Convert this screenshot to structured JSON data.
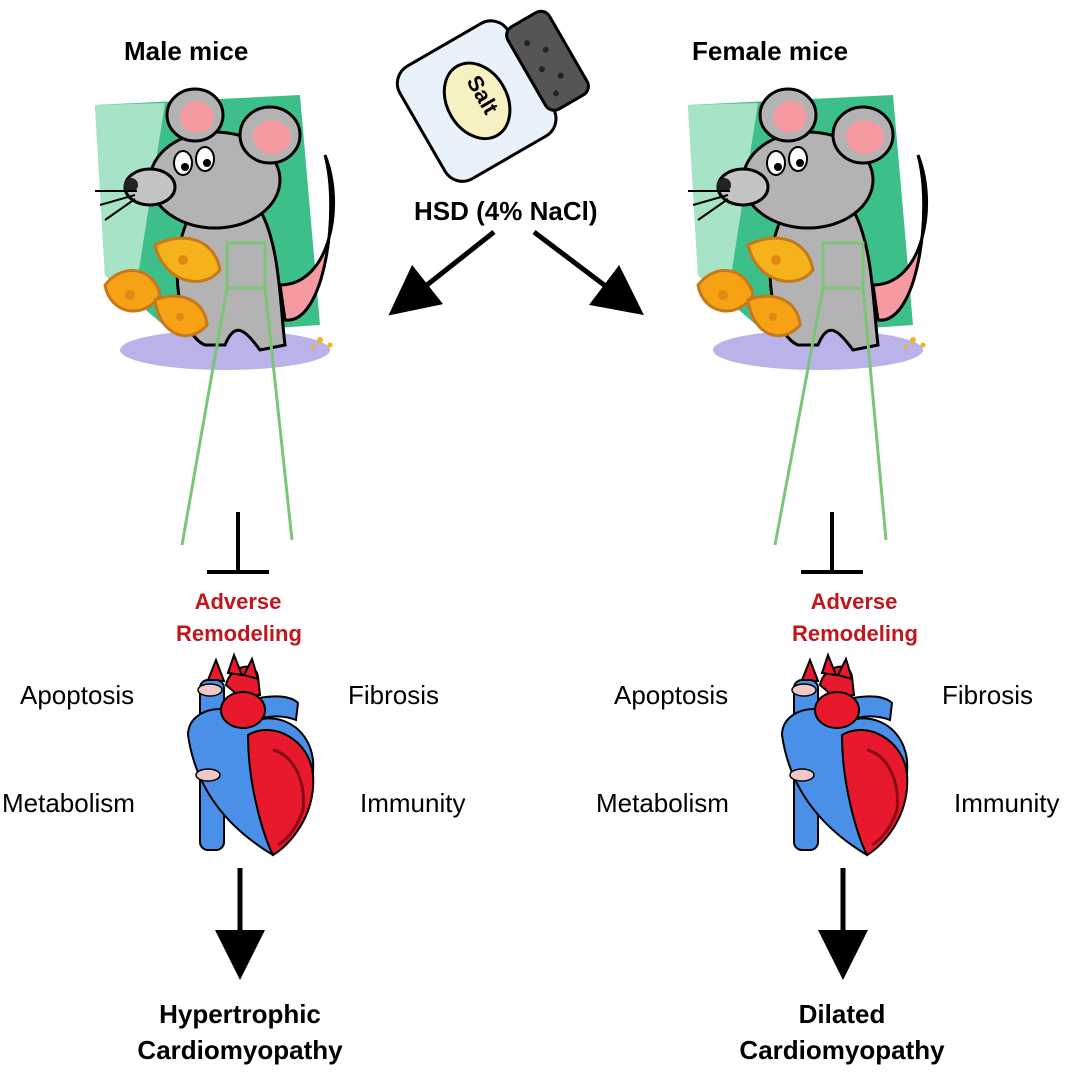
{
  "salt": {
    "label": "Salt",
    "diet": "HSD (4% NaCl)"
  },
  "panels": {
    "male": {
      "title": "Male mice",
      "adverse_line1": "Adverse",
      "adverse_line2": "Remodeling",
      "process_top_left": "Apoptosis",
      "process_top_right": "Fibrosis",
      "process_bottom_left": "Metabolism",
      "process_bottom_right": "Immunity",
      "outcome_line1": "Hypertrophic",
      "outcome_line2": "Cardiomyopathy"
    },
    "female": {
      "title": "Female mice",
      "adverse_line1": "Adverse",
      "adverse_line2": "Remodeling",
      "process_top_left": "Apoptosis",
      "process_top_right": "Fibrosis",
      "process_bottom_left": "Metabolism",
      "process_bottom_right": "Immunity",
      "outcome_line1": "Dilated",
      "outcome_line2": "Cardiomyopathy"
    }
  },
  "colors": {
    "adverse": "#c0161c",
    "zoom_lines": "#7cc576",
    "mouse_backdrop": "#3dbf8a",
    "heart_red": "#e8192c",
    "heart_blue": "#4a90e8"
  }
}
